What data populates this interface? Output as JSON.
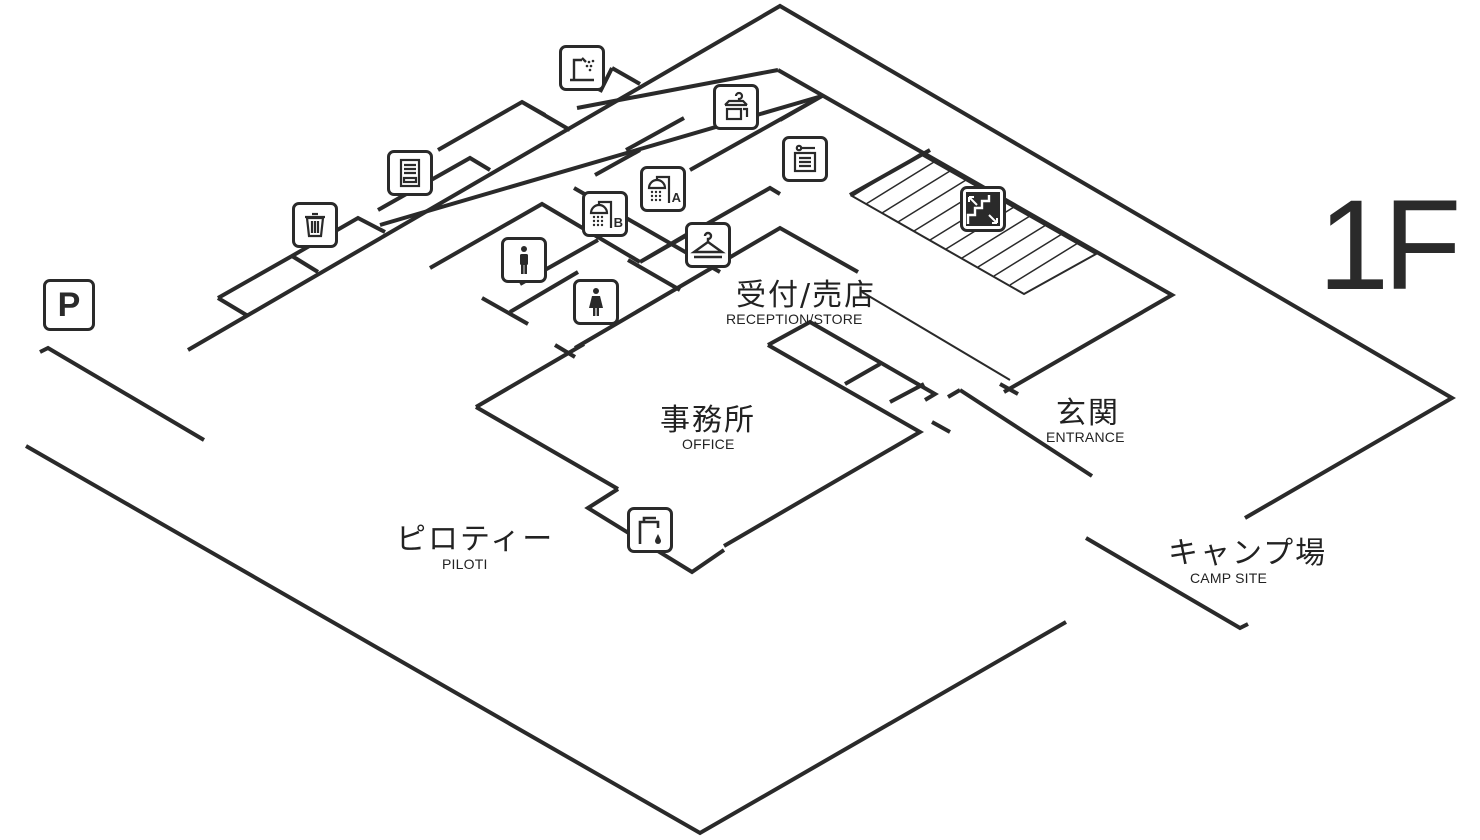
{
  "floor": {
    "label": "1F"
  },
  "parking": {
    "label": "P"
  },
  "areas": {
    "reception": {
      "jp": "受付/売店",
      "en": "RECEPTION/STORE"
    },
    "office": {
      "jp": "事務所",
      "en": "OFFICE"
    },
    "entrance": {
      "jp": "玄関",
      "en": "ENTRANCE"
    },
    "piloti": {
      "jp": "ピロティー",
      "en": "PILOTI"
    },
    "campsite": {
      "jp": "キャンプ場",
      "en": "CAMP SITE"
    }
  },
  "icons": {
    "shower_a_tag": "A",
    "shower_b_tag": "B"
  },
  "colors": {
    "line": "#2a2a2a",
    "background": "#ffffff"
  }
}
